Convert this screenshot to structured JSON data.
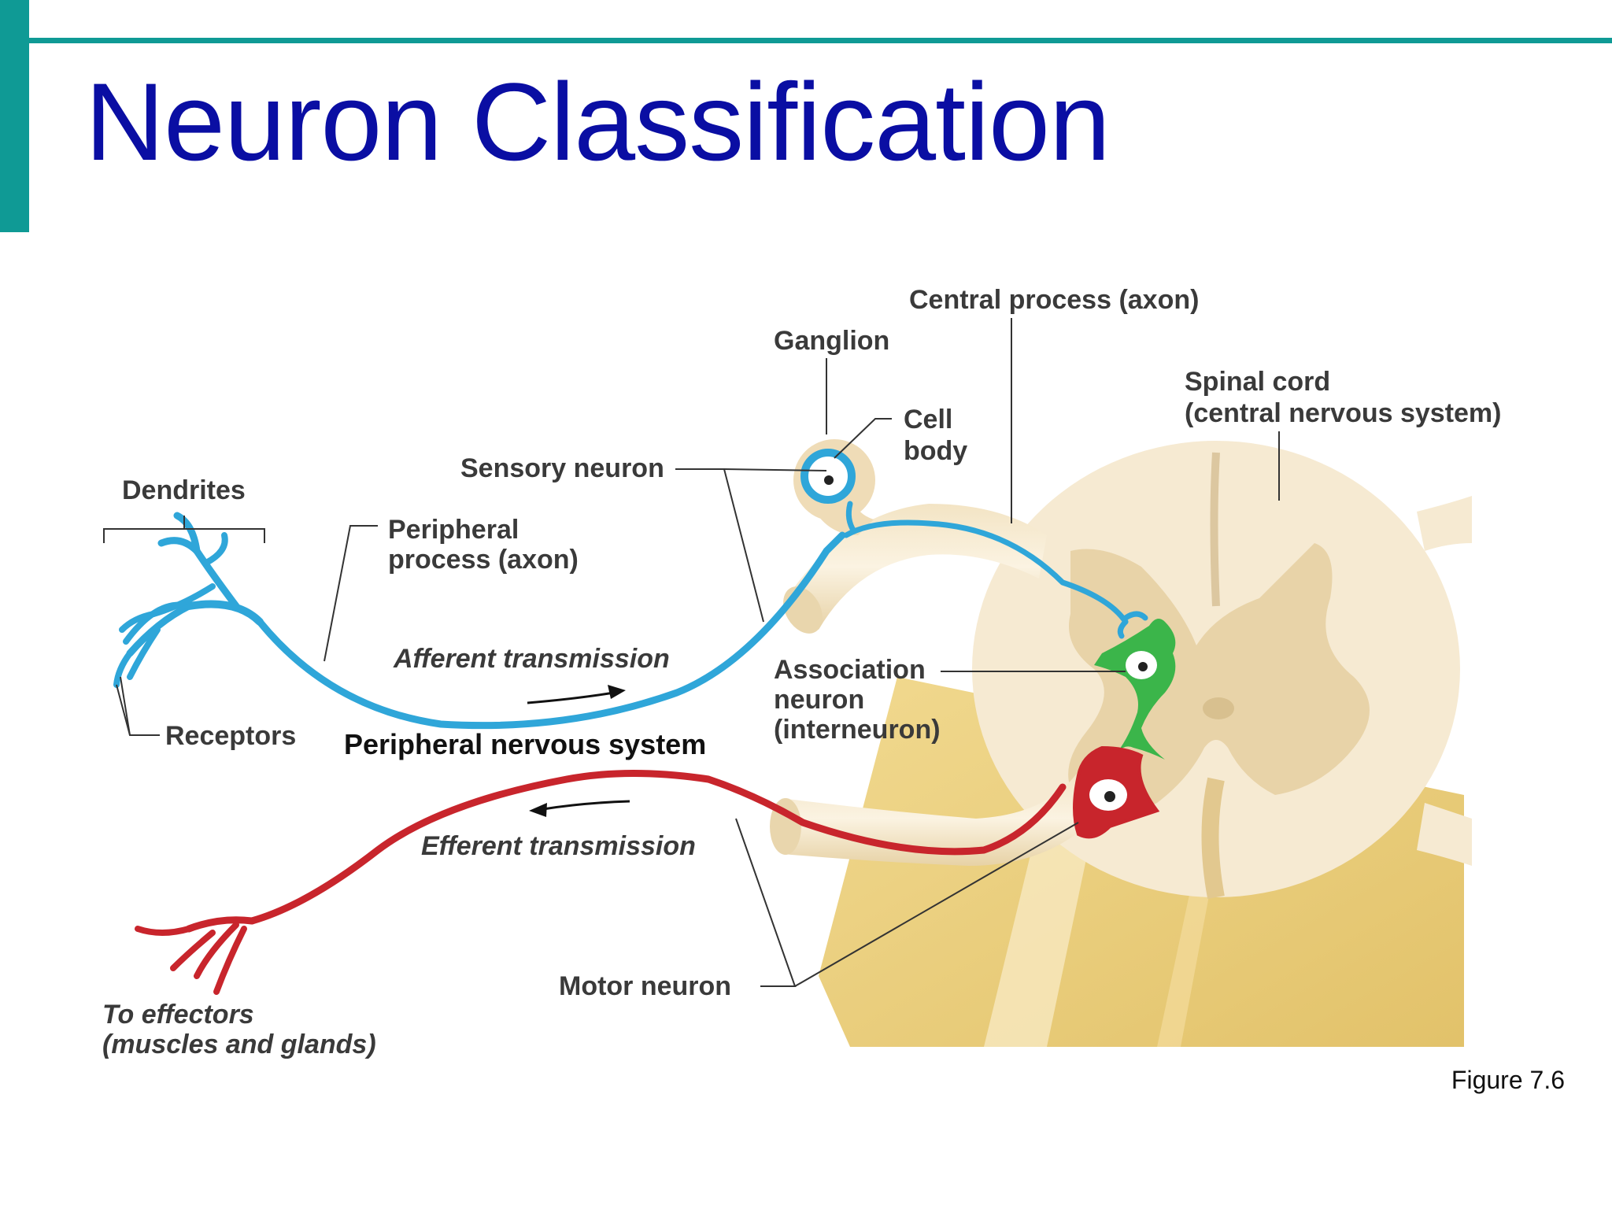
{
  "slide": {
    "title": "Neuron Classification",
    "figure_caption": "Figure 7.6"
  },
  "labels": {
    "central_process": "Central process (axon)",
    "ganglion": "Ganglion",
    "cell_body_line1": "Cell",
    "cell_body_line2": "body",
    "spinal_cord_line1": "Spinal cord",
    "spinal_cord_line2": "(central nervous system)",
    "dendrites": "Dendrites",
    "sensory_neuron": "Sensory neuron",
    "peripheral_process_line1": "Peripheral",
    "peripheral_process_line2": "process (axon)",
    "afferent_transmission": "Afferent transmission",
    "association_line1": "Association",
    "association_line2": "neuron",
    "association_line3": "(interneuron)",
    "receptors": "Receptors",
    "peripheral_nervous_system": "Peripheral nervous system",
    "efferent_transmission": "Efferent transmission",
    "motor_neuron": "Motor neuron",
    "to_effectors_line1": "To effectors",
    "to_effectors_line2": "(muscles and glands)"
  },
  "colors": {
    "accent": "#0f9a95",
    "title": "#0a0ea3",
    "sensory": "#2fa6d9",
    "motor": "#c8252c",
    "association": "#3bb54a",
    "spinal_white_matter": "#f6ead2",
    "spinal_gray_matter": "#e8d3a8"
  }
}
